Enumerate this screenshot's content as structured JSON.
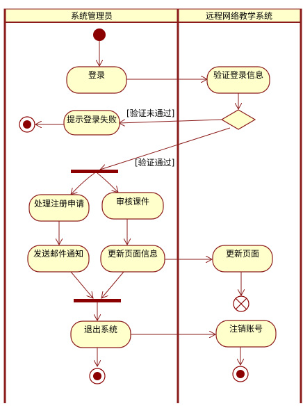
{
  "lanes": {
    "left_title": "系统管理员",
    "right_title": "远程网络教学系统"
  },
  "actions": {
    "login": "登录",
    "verify_login": "验证登录信息",
    "login_failed": "提示登录失败",
    "process_registration": "处理注册申请",
    "review_courseware": "审核课件",
    "send_email": "发送邮件通知",
    "update_page_info": "更新页面信息",
    "update_page": "更新页面",
    "exit_system": "退出系统",
    "cancel_account": "注销账号"
  },
  "guards": {
    "not_passed": "[验证未通过]",
    "passed": "[验证通过]"
  },
  "colors": {
    "line": "#8b1a1a",
    "action_fill": "#ffffcc",
    "header_fill": "#ffffcc",
    "node_dark": "#8b0000"
  }
}
